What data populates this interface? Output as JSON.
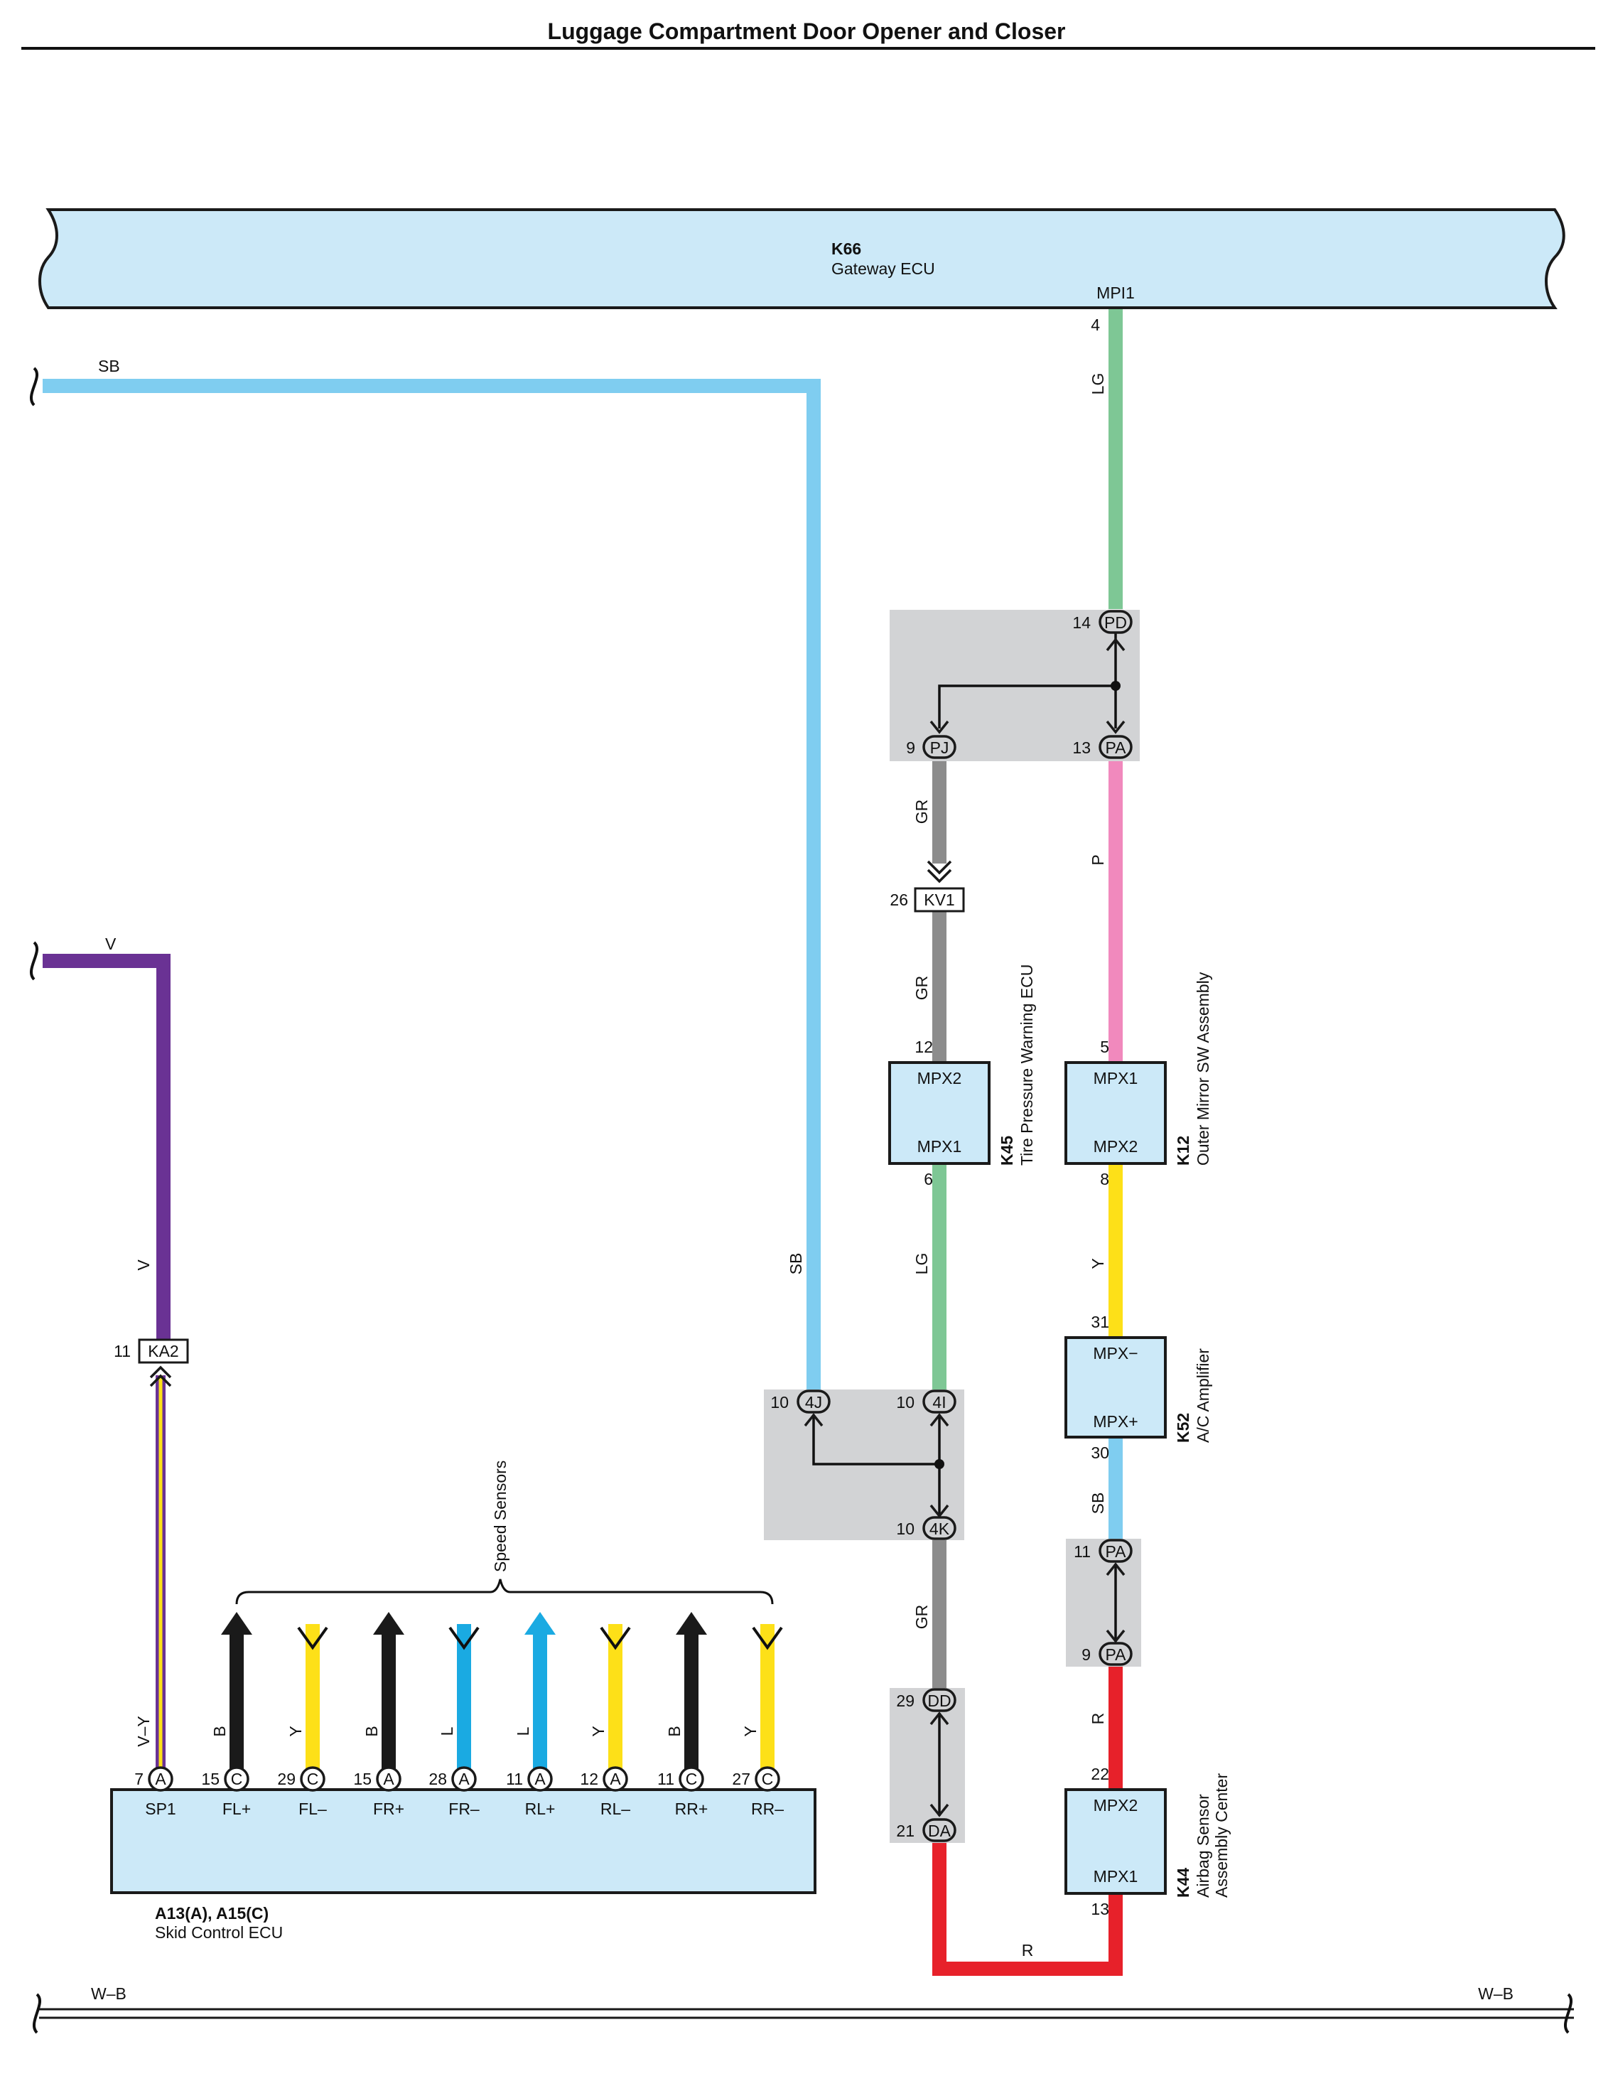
{
  "title": "Luggage Compartment Door Opener and Closer",
  "colors": {
    "SB": "#7fcdf0",
    "LG": "#7ec795",
    "GR": "#8c8c8c",
    "P": "#f189bd",
    "Y": "#fde018",
    "R": "#e7212a",
    "V": "#6a3294",
    "B": "#1a1a1a",
    "L": "#1aaae2",
    "component_fill": "#cce9f8",
    "junction_fill": "#d2d3d5"
  },
  "components": {
    "gateway": {
      "code": "K66",
      "name": "Gateway ECU",
      "terminal": "MPI1",
      "pin": "4"
    },
    "tpw": {
      "code": "K45",
      "name": "Tire Pressure Warning ECU",
      "top_terminal": "MPX2",
      "bottom_terminal": "MPX1",
      "top_pin": "12",
      "bottom_pin": "6"
    },
    "mirror": {
      "code": "K12",
      "name": "Outer Mirror SW Assembly",
      "top_terminal": "MPX1",
      "bottom_terminal": "MPX2",
      "top_pin": "5",
      "bottom_pin": "8"
    },
    "ac": {
      "code": "K52",
      "name": "A/C Amplifier",
      "top_terminal": "MPX−",
      "bottom_terminal": "MPX+",
      "top_pin": "31",
      "bottom_pin": "30"
    },
    "airbag": {
      "code": "K44",
      "name1": "Airbag Sensor",
      "name2": "Assembly Center",
      "top_terminal": "MPX2",
      "bottom_terminal": "MPX1",
      "top_pin": "22",
      "bottom_pin": "13"
    },
    "skid": {
      "code": "A13(A), A15(C)",
      "name": "Skid Control ECU",
      "terminals": [
        {
          "pin": "7",
          "conn": "A",
          "name": "SP1",
          "wire": "V–Y"
        },
        {
          "pin": "15",
          "conn": "C",
          "name": "FL+",
          "wire": "B"
        },
        {
          "pin": "29",
          "conn": "C",
          "name": "FL–",
          "wire": "Y"
        },
        {
          "pin": "15",
          "conn": "A",
          "name": "FR+",
          "wire": "B"
        },
        {
          "pin": "28",
          "conn": "A",
          "name": "FR–",
          "wire": "L"
        },
        {
          "pin": "11",
          "conn": "A",
          "name": "RL+",
          "wire": "L"
        },
        {
          "pin": "12",
          "conn": "A",
          "name": "RL–",
          "wire": "Y"
        },
        {
          "pin": "11",
          "conn": "C",
          "name": "RR+",
          "wire": "B"
        },
        {
          "pin": "27",
          "conn": "C",
          "name": "RR–",
          "wire": "Y"
        }
      ]
    }
  },
  "junctions": {
    "pd": {
      "pin": "14",
      "label": "PD"
    },
    "pj": {
      "pin": "9",
      "label": "PJ"
    },
    "pa_top": {
      "pin": "13",
      "label": "PA"
    },
    "kv1": {
      "pin": "26",
      "label": "KV1"
    },
    "j4j": {
      "pin": "10",
      "label": "4J"
    },
    "j4i": {
      "pin": "10",
      "label": "4I"
    },
    "j4k": {
      "pin": "10",
      "label": "4K"
    },
    "pa11": {
      "pin": "11",
      "label": "PA"
    },
    "pa9": {
      "pin": "9",
      "label": "PA"
    },
    "dd": {
      "pin": "29",
      "label": "DD"
    },
    "da": {
      "pin": "21",
      "label": "DA"
    },
    "ka2": {
      "pin": "11",
      "label": "KA2"
    }
  },
  "wire_labels": {
    "lg_top": "LG",
    "gr_pj": "GR",
    "p_mirror": "P",
    "gr_tpw": "GR",
    "lg_tpw": "LG",
    "y_mirror": "Y",
    "sb_top": "SB",
    "sb_vertical": "SB",
    "sb_ac": "SB",
    "gr_4k": "GR",
    "r_airbag": "R",
    "r_bottom": "R",
    "v_top": "V",
    "v_vertical": "V",
    "wb_left": "W–B",
    "wb_right": "W–B"
  },
  "speed_sensors_label": "Speed Sensors"
}
